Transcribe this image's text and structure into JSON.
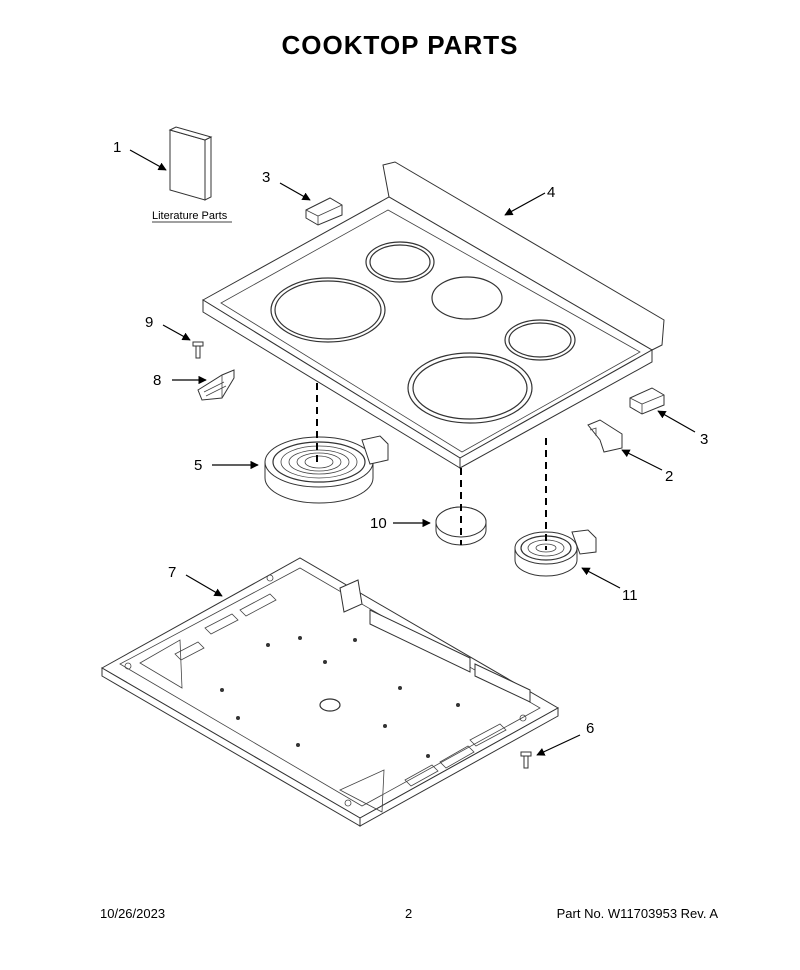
{
  "title": "COOKTOP  PARTS",
  "callouts": {
    "c1": "1",
    "c2": "2",
    "c3a": "3",
    "c3b": "3",
    "c4": "4",
    "c5": "5",
    "c6": "6",
    "c7": "7",
    "c8": "8",
    "c9": "9",
    "c10": "10",
    "c11": "11"
  },
  "literature_label": "Literature Parts",
  "footer": {
    "date": "10/26/2023",
    "page": "2",
    "part_number": "Part No.  W11703953  Rev.  A"
  }
}
